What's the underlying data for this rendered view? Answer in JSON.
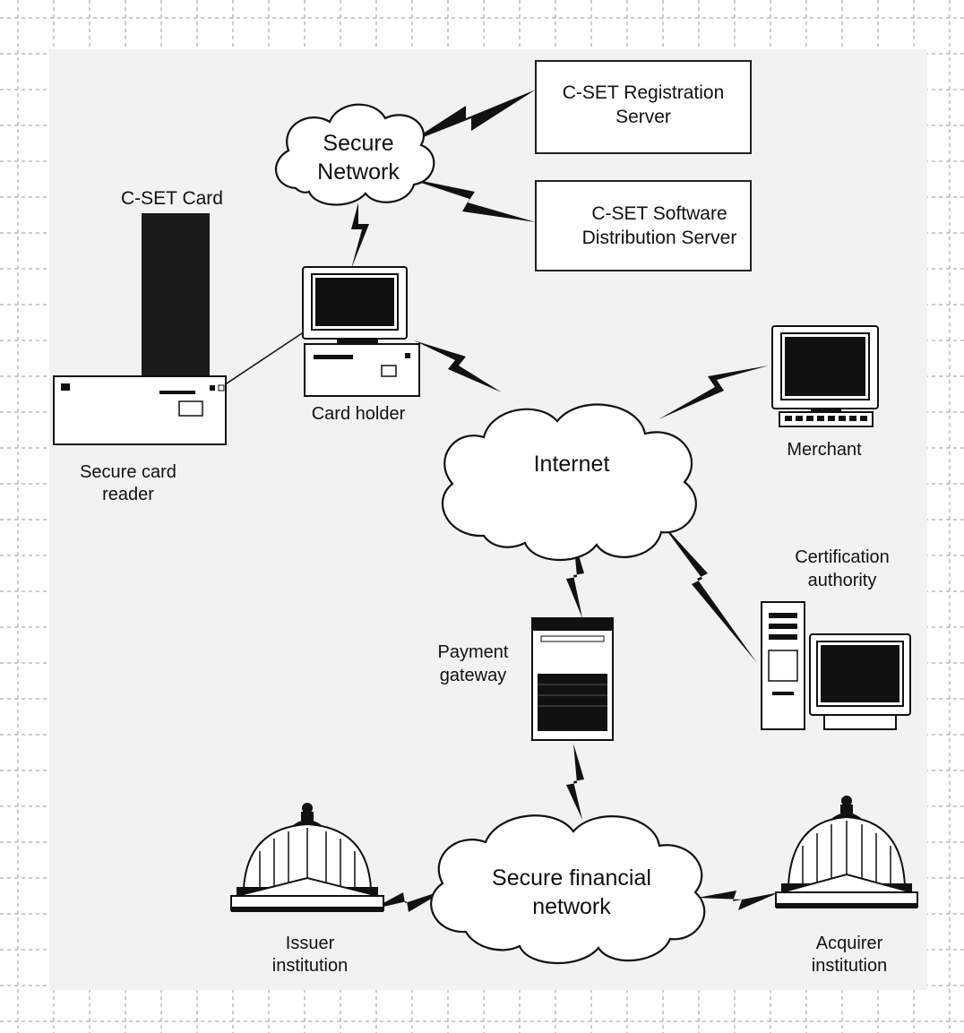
{
  "colors": {
    "background": "#ffffff",
    "panel": "#f2f2f2",
    "ink": "#111111",
    "grid_dash": "#9a9a9a",
    "grid_marker": "#d11"
  },
  "nodes": {
    "registration_server": {
      "line1": "C-SET Registration",
      "line2": "Server"
    },
    "distribution_server": {
      "line1": "C-SET Software",
      "line2": "Distribution Server"
    },
    "secure_network": {
      "line1": "Secure",
      "line2": "Network"
    },
    "cset_card": {
      "label": "C-SET Card"
    },
    "secure_card_reader": {
      "line1": "Secure card",
      "line2": "reader"
    },
    "card_holder": {
      "label": "Card holder"
    },
    "merchant": {
      "label": "Merchant"
    },
    "internet": {
      "label": "Internet"
    },
    "certification_authority": {
      "line1": "Certification",
      "line2": "authority"
    },
    "payment_gateway": {
      "line1": "Payment",
      "line2": "gateway"
    },
    "secure_financial_network": {
      "line1": "Secure financial",
      "line2": "network"
    },
    "issuer_institution": {
      "line1": "Issuer",
      "line2": "institution"
    },
    "acquirer_institution": {
      "line1": "Acquirer",
      "line2": "institution"
    }
  },
  "icons": {
    "server": "server-box-icon",
    "cloud": "cloud-icon",
    "card": "smart-card-icon",
    "computer": "desktop-computer-icon",
    "bank": "bank-building-icon",
    "link": "lightning-bolt-icon"
  }
}
